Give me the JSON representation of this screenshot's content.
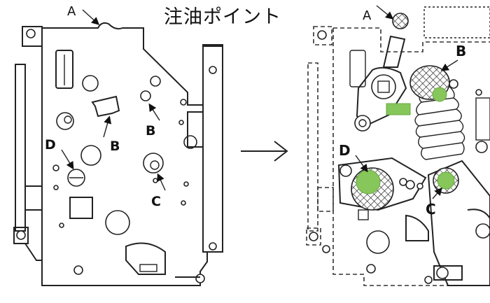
{
  "title": "注油ポイント",
  "labels": {
    "left": {
      "a": "A",
      "b_small": "B",
      "b_lever": "B",
      "c": "C",
      "d": "D"
    },
    "right": {
      "a": "A",
      "b": "B",
      "c": "C",
      "d": "D"
    }
  },
  "arrow_symbol": "→",
  "colors": {
    "oil_point": "#86c65a",
    "line": "#222222"
  }
}
